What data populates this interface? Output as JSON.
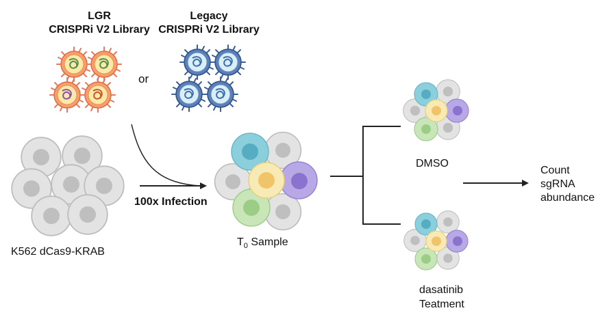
{
  "libraries": {
    "lgr_title_line1": "LGR",
    "lgr_title_line2": "CRISPRi V2 Library",
    "legacy_title_line1": "Legacy",
    "legacy_title_line2": "CRISPRi V2 Library",
    "or_label": "or"
  },
  "cells": {
    "k562_label": "K562 dCas9-KRAB",
    "t0_main": "T",
    "t0_sub": "0",
    "t0_rest": " Sample"
  },
  "steps": {
    "infection_label": "100x Infection",
    "dmso_label": "DMSO",
    "dasatinib_line1": "dasatinib",
    "dasatinib_line2": "Teatment",
    "count_line1": "Count",
    "count_line2": "sgRNA",
    "count_line3": "abundance"
  },
  "colors": {
    "lgr_virus_spikes": "#e8785a",
    "legacy_virus_spikes": "#3c5f96",
    "cell_grey": "#e3e3e3",
    "cell_teal": "#8ccfdc",
    "cell_yellow": "#f8eab4",
    "cell_purple": "#b9a8e6",
    "cell_green": "#c9e6b9",
    "arrow": "#222222"
  }
}
